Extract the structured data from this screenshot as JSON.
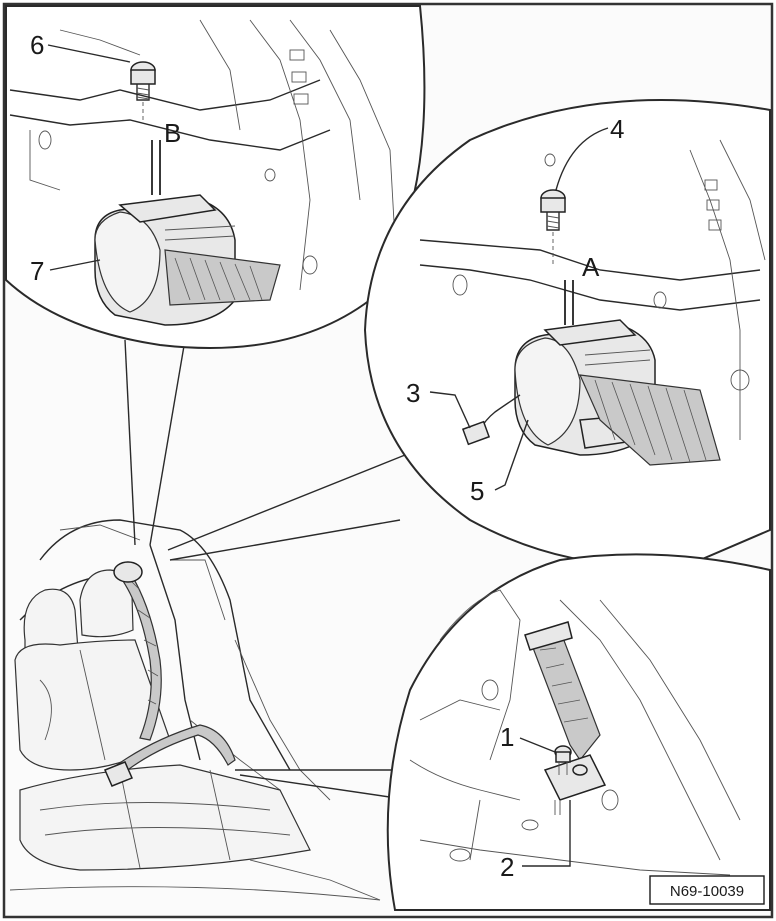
{
  "figure": {
    "reference_code": "N69-10039"
  },
  "callouts": [
    {
      "id": "1",
      "label": "1"
    },
    {
      "id": "2",
      "label": "2"
    },
    {
      "id": "3",
      "label": "3"
    },
    {
      "id": "4",
      "label": "4"
    },
    {
      "id": "5",
      "label": "5"
    },
    {
      "id": "6",
      "label": "6"
    },
    {
      "id": "7",
      "label": "7"
    }
  ],
  "letters": [
    {
      "id": "A",
      "label": "A"
    },
    {
      "id": "B",
      "label": "B"
    }
  ]
}
